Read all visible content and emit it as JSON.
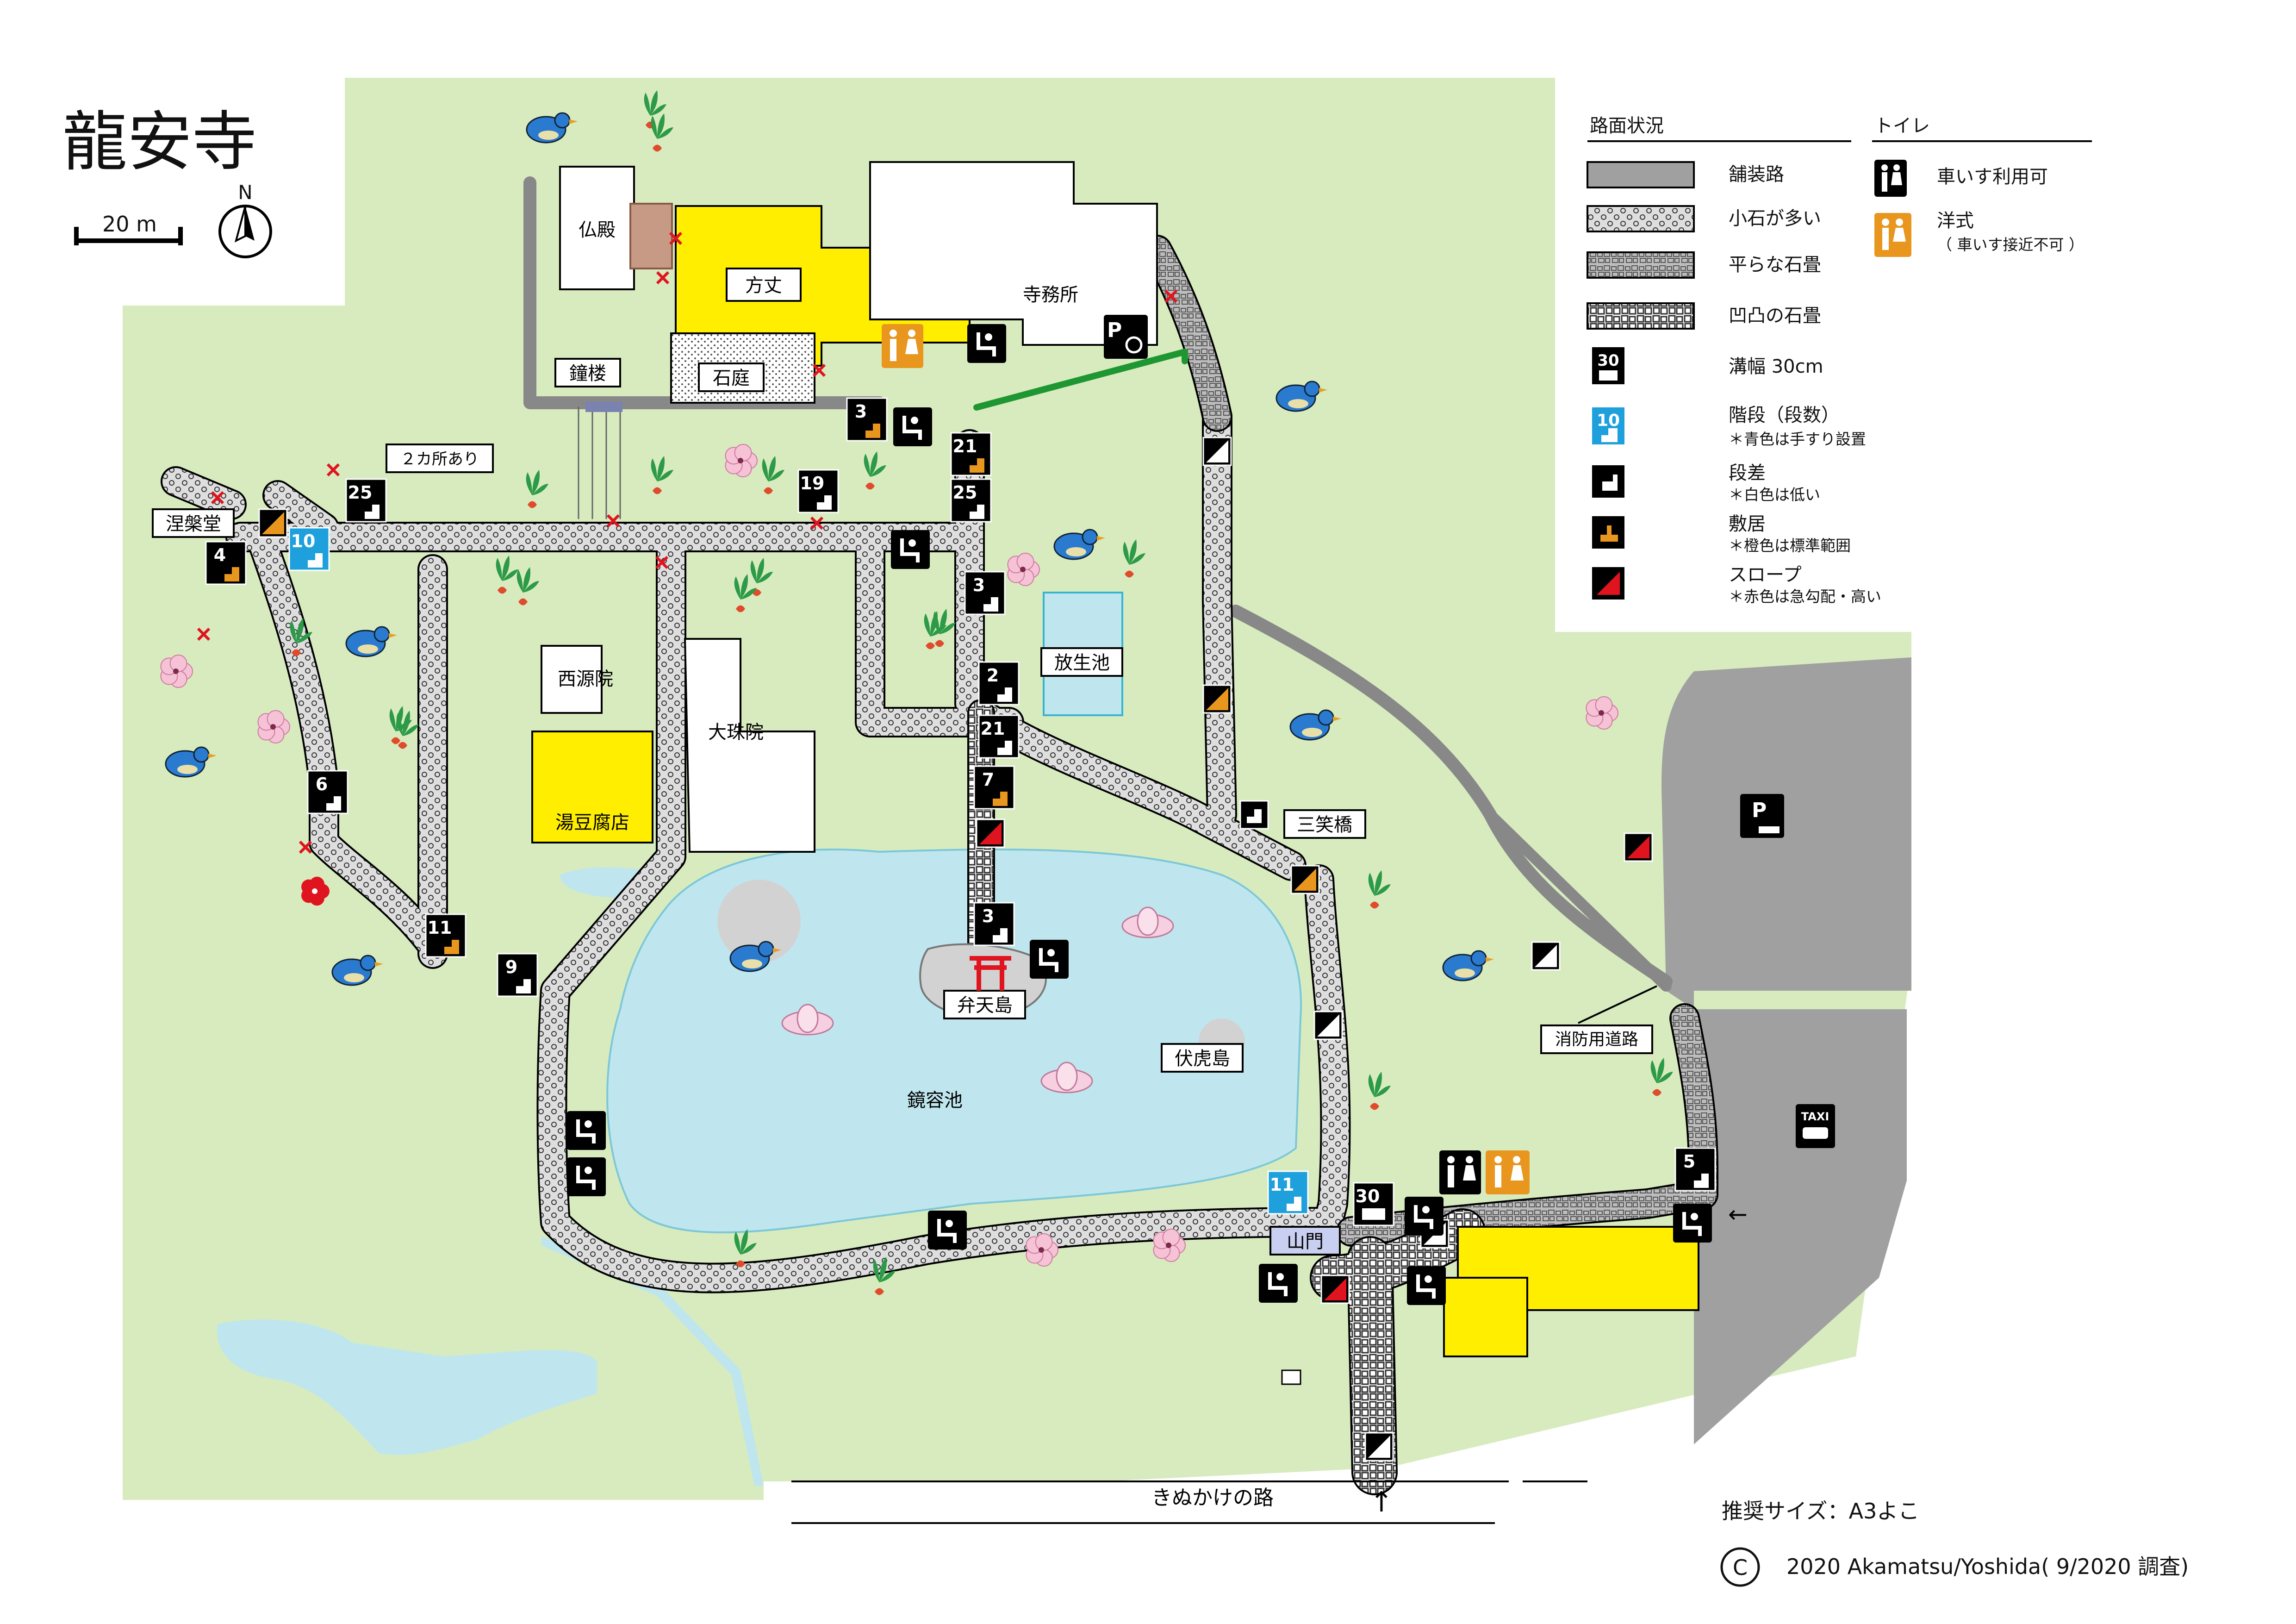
{
  "title": "龍安寺",
  "scale": {
    "label": "20 m",
    "north": "N"
  },
  "legend": {
    "road_heading": "路面状況",
    "toilet_heading": "トイレ",
    "items": [
      {
        "key": "paved",
        "label": "舗装路"
      },
      {
        "key": "pebbles",
        "label": "小石が多い"
      },
      {
        "key": "flat_stone",
        "label": "平らな石畳"
      },
      {
        "key": "rough_stone",
        "label": "凹凸の石畳"
      },
      {
        "key": "gutter",
        "label": "溝幅 30cm",
        "icon_number": "30"
      },
      {
        "key": "stairs",
        "label": "階段（段数）",
        "note": "＊青色は手すり設置",
        "icon_number": "10"
      },
      {
        "key": "step",
        "label": "段差",
        "note": "＊白色は低い"
      },
      {
        "key": "threshold",
        "label": "敷居",
        "note": "＊橙色は標準範囲"
      },
      {
        "key": "slope",
        "label": "スロープ",
        "note": "＊赤色は急勾配・高い"
      }
    ],
    "toilets": [
      {
        "key": "wheelchair",
        "label": "車いす利用可",
        "color": "#000000"
      },
      {
        "key": "western",
        "label": "洋式",
        "note": "（ 車いす接近不可 ）",
        "color": "#e8961e"
      }
    ]
  },
  "places": {
    "butsuden": "仏殿",
    "hojo": "方丈",
    "jimusho": "寺務所",
    "shoro": "鐘楼",
    "sekitei": "石庭",
    "nehando": "涅槃堂",
    "nikasho": "２カ所あり",
    "saigenin": "西源院",
    "yudofu": "湯豆腐店",
    "daijuin": "大珠院",
    "hojoike": "放生池",
    "sanshobashi": "三笑橋",
    "bentenjima": "弁天島",
    "fukkojima": "伏虎島",
    "kyoyochi": "鏡容池",
    "shobo": "消防用道路",
    "sanmon": "山門",
    "kinukake": "きぬかけの路"
  },
  "colors": {
    "grass": "#d7ebbf",
    "pond": "#bfe6ee",
    "paved": "#a0a0a0",
    "building_yellow": "#ffee00",
    "step_orange": "#e8961e",
    "slope_red": "#e0141e",
    "stairs_blue": "#1ea0dc",
    "wheelchair_path": "#1e9632",
    "toilet_orange": "#e8961e"
  },
  "markers": [
    {
      "id": "n25a",
      "type": "stairs",
      "value": "25"
    },
    {
      "id": "n4",
      "type": "stairs",
      "value": "4"
    },
    {
      "id": "n10",
      "type": "stairs_blue",
      "value": "10"
    },
    {
      "id": "n6",
      "type": "stairs",
      "value": "6"
    },
    {
      "id": "n11a",
      "type": "stairs",
      "value": "11"
    },
    {
      "id": "n9",
      "type": "stairs",
      "value": "9"
    },
    {
      "id": "n19",
      "type": "stairs",
      "value": "19"
    },
    {
      "id": "n3a",
      "type": "stairs",
      "value": "3"
    },
    {
      "id": "n21a",
      "type": "stairs",
      "value": "21"
    },
    {
      "id": "n25b",
      "type": "stairs",
      "value": "25"
    },
    {
      "id": "n3b",
      "type": "stairs",
      "value": "3"
    },
    {
      "id": "n2",
      "type": "stairs",
      "value": "2"
    },
    {
      "id": "n21b",
      "type": "stairs",
      "value": "21"
    },
    {
      "id": "n7",
      "type": "stairs",
      "value": "7"
    },
    {
      "id": "n3c",
      "type": "stairs",
      "value": "3"
    },
    {
      "id": "n11b",
      "type": "stairs_blue",
      "value": "11"
    },
    {
      "id": "n30",
      "type": "gutter",
      "value": "30"
    },
    {
      "id": "n5",
      "type": "stairs",
      "value": "5"
    }
  ],
  "misc": {
    "arrow_up": "↑",
    "arrow_left": "←",
    "parking_letter": "P",
    "taxi": "TAXI"
  },
  "footer": {
    "size_note": "推奨サイズ：A3よこ",
    "copyright_mark": "C",
    "copyright": "2020 Akamatsu/Yoshida( 9/2020 調査)"
  }
}
